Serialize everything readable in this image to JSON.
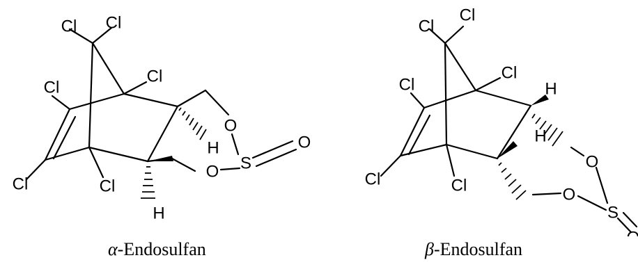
{
  "atoms": {
    "chlorine": "Cl",
    "oxygen": "O",
    "sulfur": "S",
    "hydrogen": "H"
  },
  "structures": [
    {
      "greek": "α",
      "name": "-Endosulfan"
    },
    {
      "greek": "β",
      "name": "-Endosulfan"
    }
  ]
}
